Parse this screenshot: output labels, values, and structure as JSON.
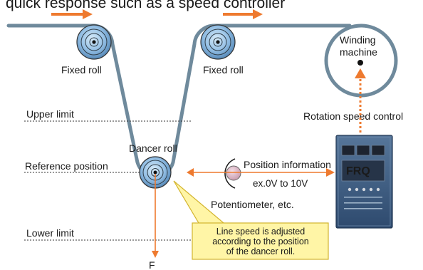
{
  "title_fragment": "quick response such as a speed controller",
  "labels": {
    "fixed_roll_left": "Fixed roll",
    "fixed_roll_right": "Fixed roll",
    "winding_machine_line1": "Winding",
    "winding_machine_line2": "machine",
    "rotation_speed_control": "Rotation speed control",
    "upper_limit": "Upper limit",
    "dancer_roll": "Dancer roll",
    "reference_position": "Reference position",
    "position_information": "Position information",
    "voltage_range": "ex.0V to 10V",
    "potentiometer": "Potentiometer, etc.",
    "lower_limit": "Lower limit",
    "force": "F"
  },
  "callout": {
    "line1": "Line speed is adjusted",
    "line2": "according to the position",
    "line3": "of the dancer roll."
  },
  "inverter": {
    "display_text": "FRQ"
  },
  "colors": {
    "web_strip": "#6f8a9c",
    "roll_blue": "#8fb8dc",
    "orange_arrow": "#ee7a2f",
    "callout_fill": "#fff5a6",
    "callout_border": "#d3b42e",
    "inverter_body": "#3d5f86",
    "potentiometer_fill": "#ddb7c7"
  }
}
